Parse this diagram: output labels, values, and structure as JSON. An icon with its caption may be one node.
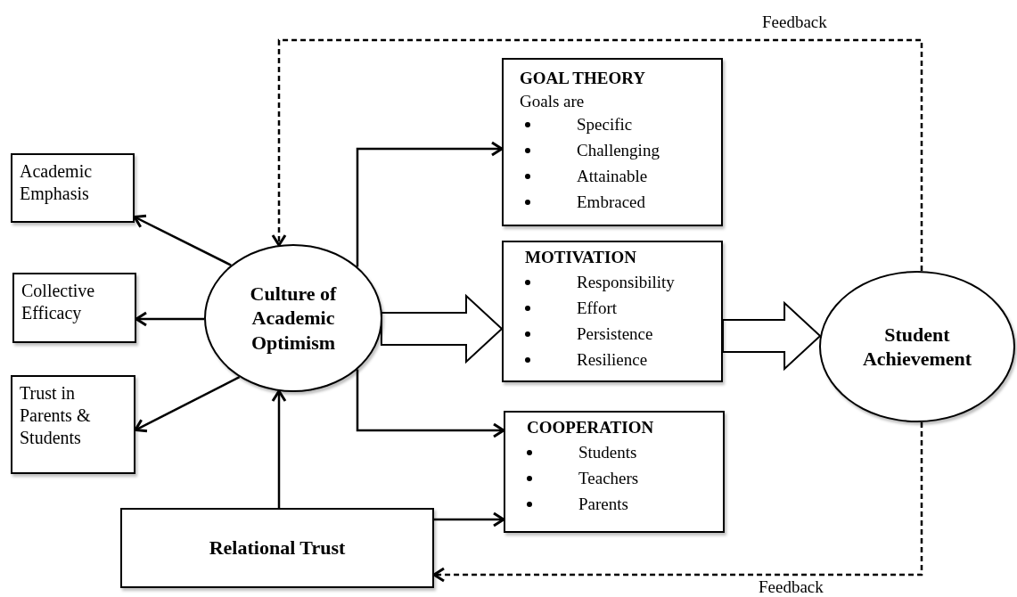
{
  "diagram": {
    "nodes": [
      {
        "text": [
          "Academic Emphasis"
        ]
      },
      {
        "text": [
          "Collective Efficacy"
        ]
      },
      {
        "text": [
          "Trust in Parents & Students"
        ]
      },
      {
        "text": [
          "Culture of Academic Optimism"
        ]
      },
      {
        "text": [
          "GOAL THEORY",
          "Goals are",
          "Specific",
          "Challenging",
          "Attainable",
          "Embraced"
        ]
      },
      {
        "text": [
          "MOTIVATION",
          "Responsibility",
          "Effort",
          "Persistence",
          "Resilience"
        ]
      },
      {
        "text": [
          "COOPERATION",
          "Students",
          "Teachers",
          "Parents"
        ]
      },
      {
        "text": [
          "Student Achievement"
        ]
      },
      {
        "text": [
          "Relational Trust"
        ]
      }
    ],
    "edges": [
      {
        "from": 3,
        "to": 0,
        "arrow": "to"
      },
      {
        "from": 3,
        "to": 1,
        "arrow": "to"
      },
      {
        "from": 3,
        "to": 2,
        "arrow": "to"
      },
      {
        "from": 8,
        "to": 3,
        "arrow": "to"
      },
      {
        "from": 3,
        "to": 4,
        "arrow": "to"
      },
      {
        "from": 3,
        "to": 5,
        "arrow": "to",
        "style": "thick"
      },
      {
        "from": 5,
        "to": 7,
        "arrow": "to",
        "style": "thick"
      },
      {
        "from": 3,
        "to": 6,
        "arrow": "to"
      },
      {
        "from": 8,
        "to": 6,
        "arrow": "to"
      },
      {
        "from": 7,
        "to": 3,
        "arrow": "to",
        "style": "dashed",
        "label": "Feedback"
      },
      {
        "from": 7,
        "to": 8,
        "arrow": "to",
        "style": "dashed",
        "label": "Feedback"
      }
    ]
  }
}
